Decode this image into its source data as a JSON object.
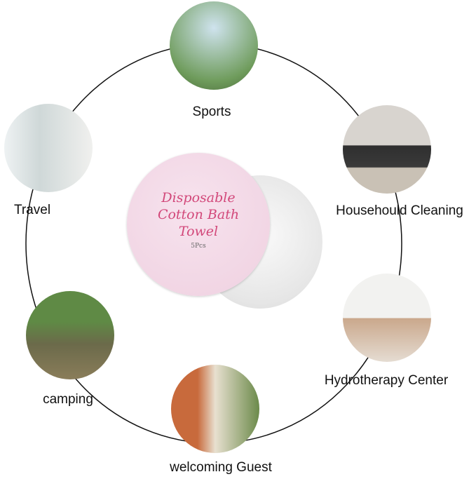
{
  "product": {
    "title_line1": "Disposable",
    "title_line2": "Cotton Bath",
    "title_line3": "Towel",
    "count": "5Pcs"
  },
  "uses": [
    {
      "label": "Sports"
    },
    {
      "label": "Househould Cleaning"
    },
    {
      "label": "Travel"
    },
    {
      "label": "Hydrotherapy Center"
    },
    {
      "label": "camping"
    },
    {
      "label": "welcoming Guest"
    }
  ],
  "colors": {
    "ring": "#111111",
    "pink": "#f2d6e4",
    "title": "#d2487a",
    "towel": "#eeeeee"
  }
}
